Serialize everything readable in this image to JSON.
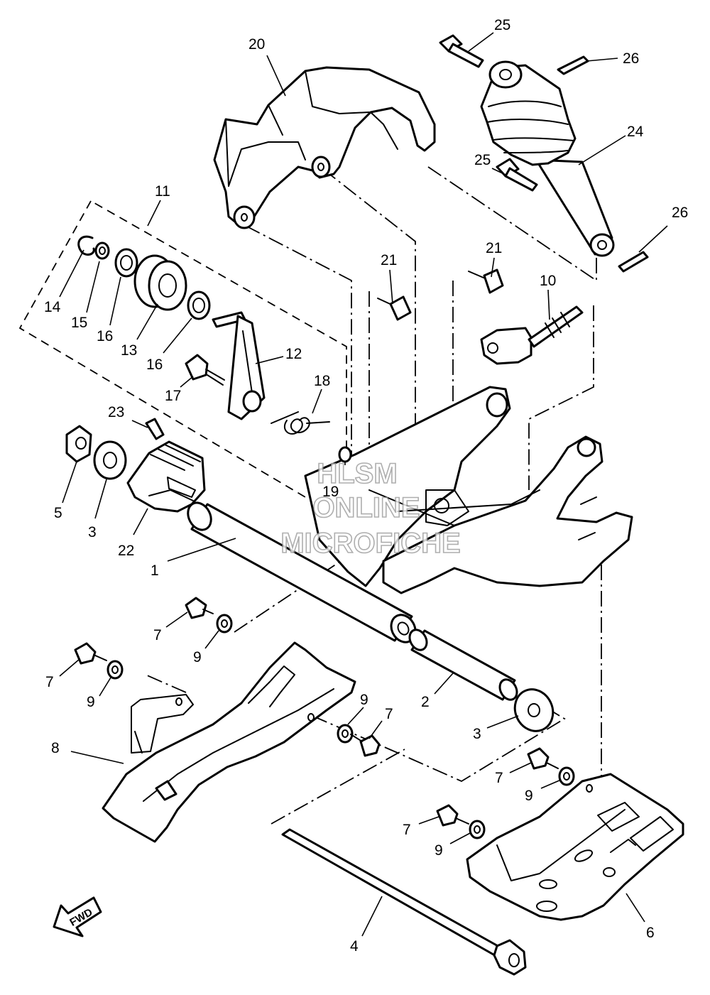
{
  "callouts": [
    {
      "id": "c1",
      "text": "1"
    },
    {
      "id": "c2",
      "text": "2"
    },
    {
      "id": "c3a",
      "text": "3"
    },
    {
      "id": "c3b",
      "text": "3"
    },
    {
      "id": "c4",
      "text": "4"
    },
    {
      "id": "c5",
      "text": "5"
    },
    {
      "id": "c6",
      "text": "6"
    },
    {
      "id": "c7a",
      "text": "7"
    },
    {
      "id": "c7b",
      "text": "7"
    },
    {
      "id": "c7c",
      "text": "7"
    },
    {
      "id": "c7d",
      "text": "7"
    },
    {
      "id": "c7e",
      "text": "7"
    },
    {
      "id": "c8",
      "text": "8"
    },
    {
      "id": "c9a",
      "text": "9"
    },
    {
      "id": "c9b",
      "text": "9"
    },
    {
      "id": "c9c",
      "text": "9"
    },
    {
      "id": "c9d",
      "text": "9"
    },
    {
      "id": "c9e",
      "text": "9"
    },
    {
      "id": "c10",
      "text": "10"
    },
    {
      "id": "c11",
      "text": "11"
    },
    {
      "id": "c12",
      "text": "12"
    },
    {
      "id": "c13",
      "text": "13"
    },
    {
      "id": "c14",
      "text": "14"
    },
    {
      "id": "c15",
      "text": "15"
    },
    {
      "id": "c16a",
      "text": "16"
    },
    {
      "id": "c16b",
      "text": "16"
    },
    {
      "id": "c17",
      "text": "17"
    },
    {
      "id": "c18",
      "text": "18"
    },
    {
      "id": "c19",
      "text": "19"
    },
    {
      "id": "c20",
      "text": "20"
    },
    {
      "id": "c21a",
      "text": "21"
    },
    {
      "id": "c21b",
      "text": "21"
    },
    {
      "id": "c22",
      "text": "22"
    },
    {
      "id": "c23",
      "text": "23"
    },
    {
      "id": "c24",
      "text": "24"
    },
    {
      "id": "c25a",
      "text": "25"
    },
    {
      "id": "c25b",
      "text": "25"
    },
    {
      "id": "c26a",
      "text": "26"
    },
    {
      "id": "c26b",
      "text": "26"
    }
  ],
  "watermark": {
    "line1": "HLSM",
    "line2": "ONLINE",
    "line3": "MICROFICHE"
  },
  "fwd_label": "FWD"
}
